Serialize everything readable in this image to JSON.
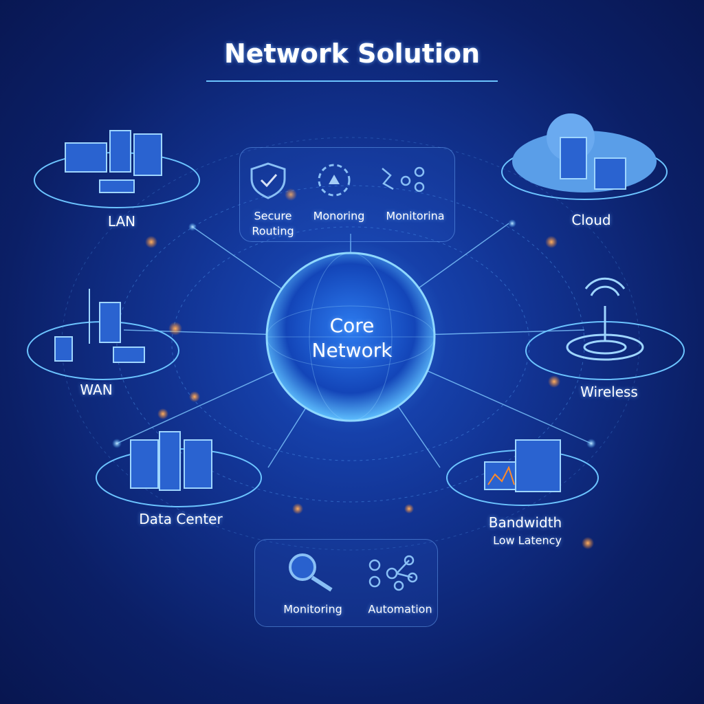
{
  "title": "Network Solution",
  "core": {
    "line1": "Core",
    "line2": "Network"
  },
  "nodes": {
    "lan": "LAN",
    "cloud": "Cloud",
    "wan": "WAN",
    "wireless": "Wireless",
    "data_center": "Data Center",
    "bandwidth": "Bandwidth",
    "low_latency": "Low Latency"
  },
  "top_panel": {
    "items": [
      {
        "label_line1": "Secure",
        "label_line2": "Routing",
        "icon": "shield-check-icon"
      },
      {
        "label_line1": "Monoring",
        "icon": "dashed-circle-triangle-icon"
      },
      {
        "label_line1": "Monitorina",
        "icon": "network-nodes-icon"
      }
    ]
  },
  "bottom_panel": {
    "items": [
      {
        "label": "Monitoring",
        "icon": "magnifier-icon"
      },
      {
        "label": "Automation",
        "icon": "network-nodes-icon"
      }
    ]
  },
  "colors": {
    "accent": "#4fb4ff",
    "glow_orange": "#ff8a2a",
    "background": "#0b1f66"
  }
}
